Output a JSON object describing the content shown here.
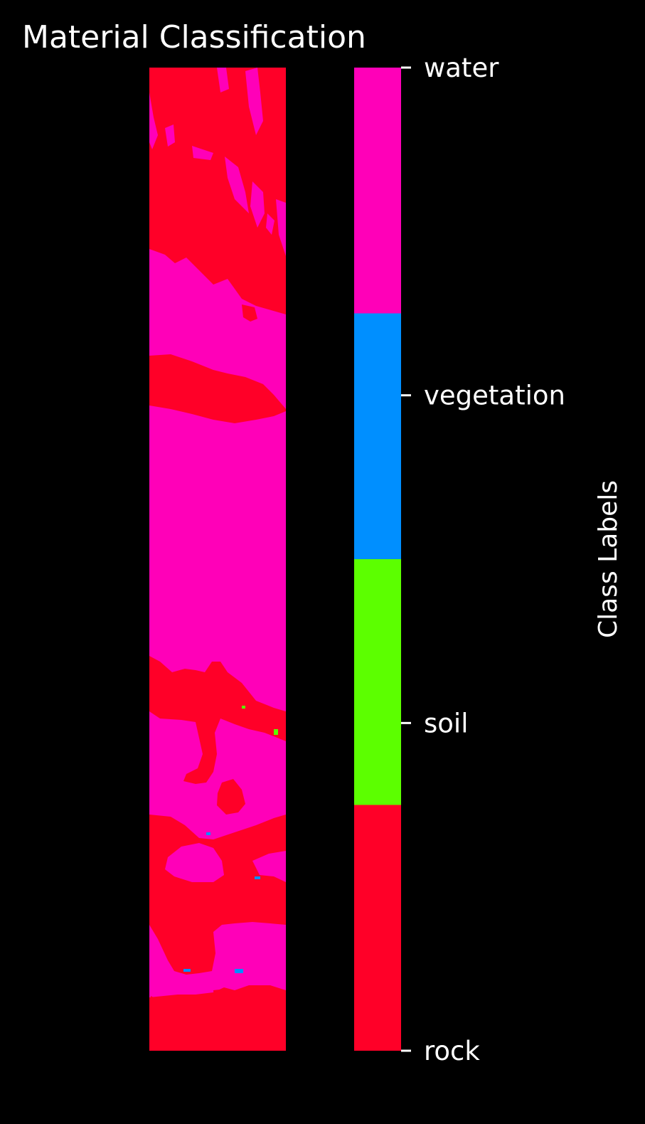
{
  "chart_data": {
    "type": "heatmap",
    "title": "Material Classification",
    "colorbar": {
      "label": "Class Labels",
      "ticks": [
        "rock",
        "soil",
        "vegetation",
        "water"
      ],
      "classes": [
        {
          "name": "rock",
          "color": "#ff0028"
        },
        {
          "name": "soil",
          "color": "#5cff00"
        },
        {
          "name": "vegetation",
          "color": "#008fff"
        },
        {
          "name": "water",
          "color": "#ff00b8"
        }
      ]
    },
    "background": "#000000"
  }
}
